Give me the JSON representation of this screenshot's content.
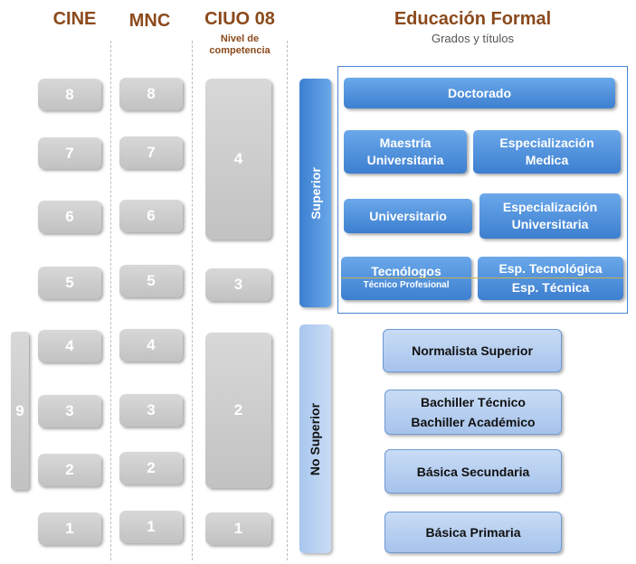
{
  "headers": {
    "cine": "CINE",
    "mnc": "MNC",
    "ciuo": "CIUO  08",
    "ciuo_sub": "Nivel de competencia",
    "edu_title": "Educación Formal",
    "edu_sub": "Grados y títulos"
  },
  "cine_levels": [
    "8",
    "7",
    "6",
    "5",
    "4",
    "3",
    "2",
    "1"
  ],
  "cine_side": "9",
  "mnc_levels": [
    "8",
    "7",
    "6",
    "5",
    "4",
    "3",
    "2",
    "1"
  ],
  "ciuo_levels": [
    "4",
    "3",
    "2",
    "1"
  ],
  "side_labels": {
    "superior": "Superior",
    "no_superior": "No Superior"
  },
  "superior": {
    "doctorado": "Doctorado",
    "maestria": [
      "Maestría",
      "Universitaria"
    ],
    "espec_medica": [
      "Especialización",
      "Medica"
    ],
    "universitario": "Universitario",
    "espec_universitaria": [
      "Especialización",
      "Universitaria"
    ],
    "tecnologos": "Tecnólogos",
    "tecnico_profesional": "Técnico Profesional",
    "esp_tecnologica": "Esp. Tecnológica",
    "esp_tecnica": "Esp. Técnica"
  },
  "no_superior": {
    "normalista": "Normalista Superior",
    "bachiller_tecnico": "Bachiller Técnico",
    "bachiller_academico": "Bachiller Académico",
    "basica_secundaria": "Básica Secundaria",
    "basica_primaria": "Básica Primaria"
  }
}
